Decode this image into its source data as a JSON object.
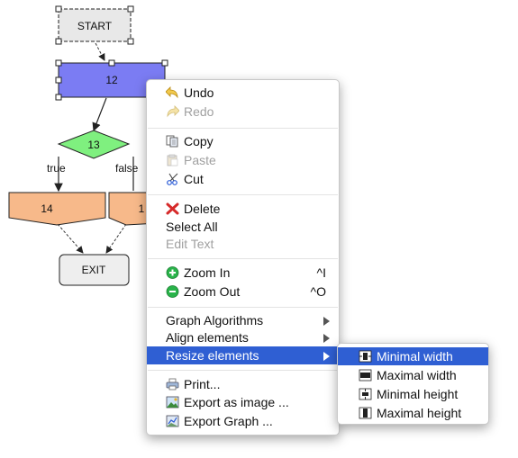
{
  "graph": {
    "nodes": {
      "start": "START",
      "n12": "12",
      "n13": "13",
      "n14": "14",
      "n1x": "1",
      "exit": "EXIT"
    },
    "edge_labels": {
      "true_label": "true",
      "false_label": "false"
    },
    "colors": {
      "start_fill": "#e8e8e8",
      "n12_fill": "#7b7cf3",
      "n13_fill": "#7ff07f",
      "n14_fill": "#f7b98a",
      "exit_fill": "#eeeeee"
    }
  },
  "context_menu": {
    "undo": {
      "label": "Undo",
      "icon": "undo-icon"
    },
    "redo": {
      "label": "Redo",
      "icon": "redo-icon"
    },
    "copy": {
      "label": "Copy",
      "icon": "copy-icon"
    },
    "paste": {
      "label": "Paste",
      "icon": "paste-icon"
    },
    "cut": {
      "label": "Cut",
      "icon": "scissors-icon"
    },
    "delete": {
      "label": "Delete",
      "icon": "delete-x-icon"
    },
    "select_all": {
      "label": "Select All"
    },
    "edit_text": {
      "label": "Edit Text"
    },
    "zoom_in": {
      "label": "Zoom In",
      "shortcut": "^I",
      "icon": "zoom-in-icon"
    },
    "zoom_out": {
      "label": "Zoom Out",
      "shortcut": "^O",
      "icon": "zoom-out-icon"
    },
    "graph_algorithms": {
      "label": "Graph Algorithms"
    },
    "align_elements": {
      "label": "Align elements"
    },
    "resize_elements": {
      "label": "Resize elements"
    },
    "print": {
      "label": "Print...",
      "icon": "printer-icon"
    },
    "export_image": {
      "label": "Export as image ...",
      "icon": "export-image-icon"
    },
    "export_graph": {
      "label": "Export Graph ...",
      "icon": "export-graph-icon"
    },
    "highlight_color": "#2f5fd3"
  },
  "resize_submenu": {
    "minimal_width": {
      "label": "Minimal width",
      "icon": "minimal-width-icon"
    },
    "maximal_width": {
      "label": "Maximal width",
      "icon": "maximal-width-icon"
    },
    "minimal_height": {
      "label": "Minimal height",
      "icon": "minimal-height-icon"
    },
    "maximal_height": {
      "label": "Maximal height",
      "icon": "maximal-height-icon"
    }
  }
}
